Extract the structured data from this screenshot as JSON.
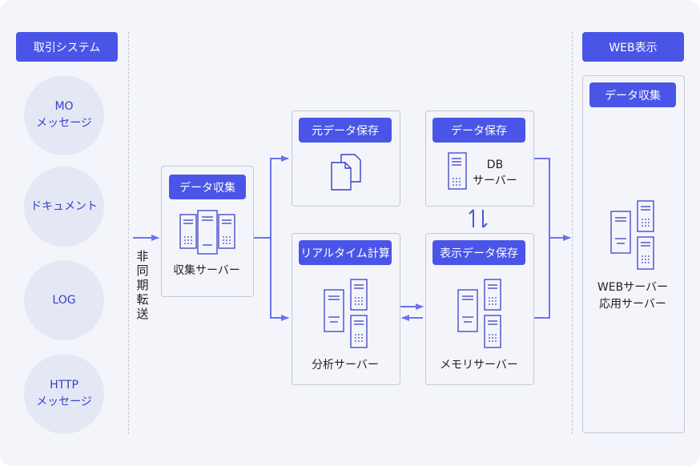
{
  "sources": {
    "title": "取引システム",
    "items": [
      "MO\nメッセージ",
      "ドキュメント",
      "LOG",
      "HTTP\nメッセージ"
    ]
  },
  "transfer_label": "非同期転送",
  "collect": {
    "tag": "データ収集",
    "label": "収集サーバー"
  },
  "original_store": {
    "tag": "元データ保存"
  },
  "data_store": {
    "tag": "データ保存",
    "label": "DB\nサーバー"
  },
  "realtime": {
    "tag": "リアルタイム計算",
    "label": "分析サーバー"
  },
  "display_store": {
    "tag": "表示データ保存",
    "label": "メモリサーバー"
  },
  "web": {
    "title": "WEB表示",
    "tag": "データ収集",
    "label": "WEBサーバー\n応用サーバー"
  },
  "colors": {
    "accent": "#4a55e8",
    "line": "#6a74ee",
    "icon": "#3840c8",
    "source_bg": "#e4e8f4"
  },
  "icons": [
    "server-cluster-icon",
    "documents-icon",
    "server-icon",
    "server-pair-icon",
    "exchange-arrows-icon"
  ]
}
